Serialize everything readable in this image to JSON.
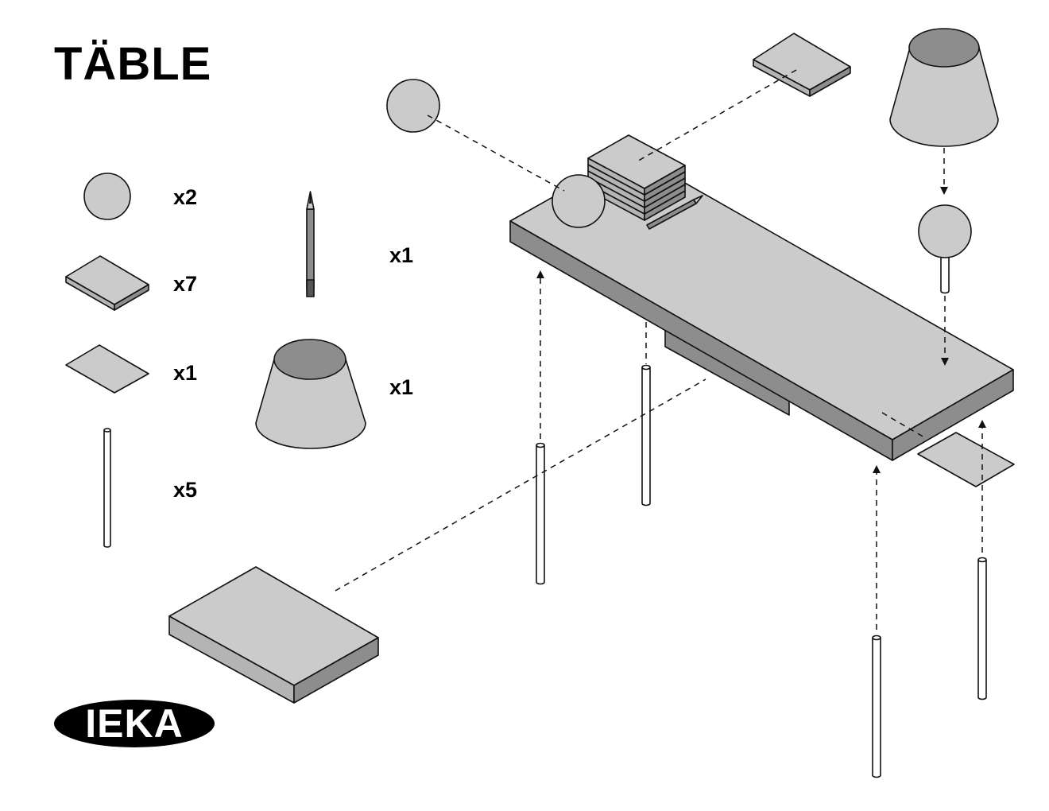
{
  "title": "TÄBLE",
  "brand": "IEKA",
  "parts": [
    {
      "part": "sphere",
      "quantity": "x2"
    },
    {
      "part": "book",
      "quantity": "x7"
    },
    {
      "part": "paper-sheet",
      "quantity": "x1"
    },
    {
      "part": "leg-rod",
      "quantity": "x5"
    },
    {
      "part": "pencil",
      "quantity": "x1"
    },
    {
      "part": "lampshade",
      "quantity": "x1"
    }
  ],
  "colors": {
    "fill_light": "#cbcbcb",
    "fill_dark": "#8d8d8d",
    "fill_mid": "#b4b4b4",
    "stroke": "#111111",
    "background": "#ffffff"
  }
}
